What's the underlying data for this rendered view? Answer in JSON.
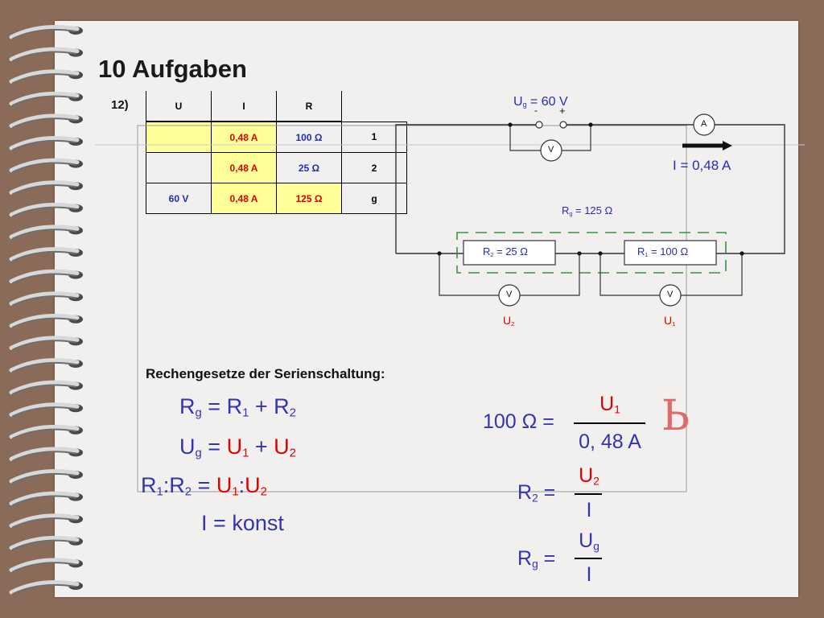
{
  "title": "10 Aufgaben",
  "exercise_number": "12)",
  "table": {
    "headers": [
      "U",
      "I",
      "R"
    ],
    "rows": [
      {
        "u": "",
        "i": "0,48 A",
        "r": "100 Ω",
        "label": "1"
      },
      {
        "u": "",
        "i": "0,48 A",
        "r": "25 Ω",
        "label": "2"
      },
      {
        "u": "60 V",
        "i": "0,48 A",
        "r": "125 Ω",
        "label": "g"
      }
    ]
  },
  "circuit": {
    "source_label": "U",
    "source_sub": "g",
    "source_value": "= 60 V",
    "minus": "-",
    "plus": "+",
    "ammeter": "A",
    "voltmeter": "V",
    "current_label": "I = 0,48 A",
    "rg_label": "R",
    "rg_sub": "g",
    "rg_value": "= 125 Ω",
    "r2_label": "R",
    "r2_sub": "2",
    "r2_value": "= 25 Ω",
    "r1_label": "R",
    "r1_sub": "1",
    "r1_value": "= 100 Ω",
    "u2_label": "U",
    "u2_sub": "2",
    "u1_label": "U",
    "u1_sub": "1"
  },
  "laws": {
    "heading": "Rechengesetze der Serienschaltung:",
    "l1_a": "R",
    "l1_a_sub": "g",
    "l1_eq": "=",
    "l1_b": "R",
    "l1_b_sub": "1",
    "l1_plus": "+",
    "l1_c": "R",
    "l1_c_sub": "2",
    "l2_a": "U",
    "l2_a_sub": "g",
    "l2_eq": "=",
    "l2_b": "U",
    "l2_b_sub": "1",
    "l2_plus": "+",
    "l2_c": "U",
    "l2_c_sub": "2",
    "l3_a": "R",
    "l3_a_sub": "1",
    "l3_colon1": ":",
    "l3_b": "R",
    "l3_b_sub": "2",
    "l3_eq": "=",
    "l3_c": "U",
    "l3_c_sub": "1",
    "l3_colon2": ":",
    "l3_d": "U",
    "l3_d_sub": "2",
    "l4_a": "I",
    "l4_eq": "=",
    "l4_b": "konst"
  },
  "calc": {
    "lhs1": "100 Ω =",
    "num1": "U",
    "num1_sub": "1",
    "den1": "0, 48 A",
    "lhs2": "R",
    "lhs2_sub": "2",
    "lhs2_eq": "=",
    "num2": "U",
    "num2_sub": "2",
    "den2": "I",
    "lhs3": "R",
    "lhs3_sub": "g",
    "lhs3_eq": "=",
    "num3": "U",
    "num3_sub": "g",
    "den3": "I",
    "mark": "Ь"
  }
}
